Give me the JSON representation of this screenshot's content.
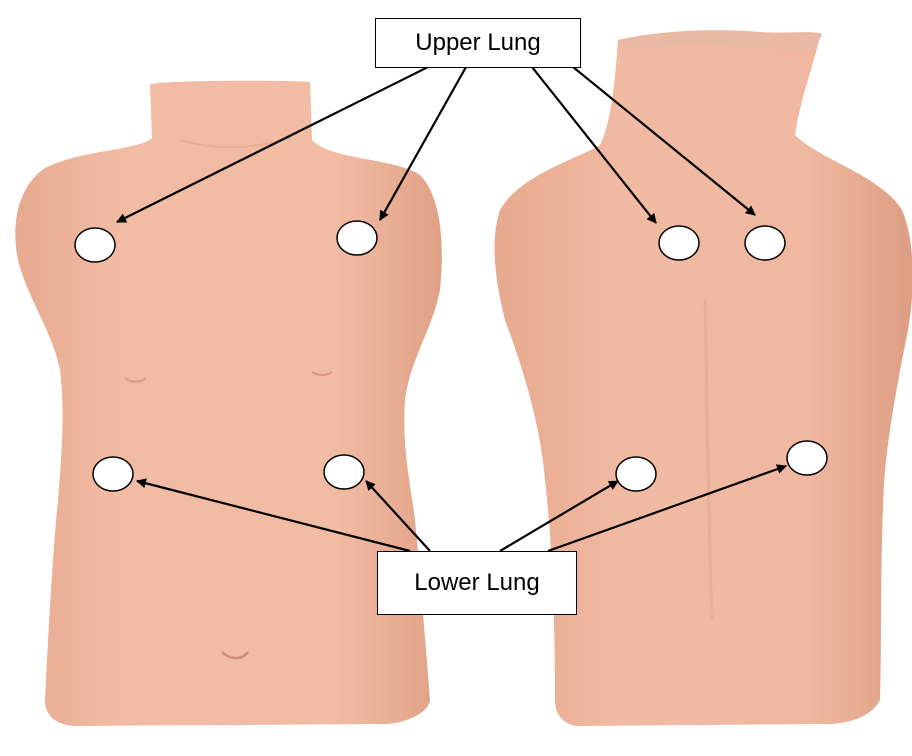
{
  "diagram": {
    "upper_label": "Upper Lung",
    "lower_label": "Lower Lung",
    "views": [
      {
        "name": "front",
        "markers": [
          {
            "group": "upper"
          },
          {
            "group": "upper"
          },
          {
            "group": "lower"
          },
          {
            "group": "lower"
          }
        ]
      },
      {
        "name": "back",
        "markers": [
          {
            "group": "upper"
          },
          {
            "group": "upper"
          },
          {
            "group": "lower"
          },
          {
            "group": "lower"
          }
        ]
      }
    ]
  },
  "colors": {
    "skin": "#f0b8a0",
    "skin_shadow": "#e2a48a",
    "marker_fill": "#ffffff",
    "marker_stroke": "#000000",
    "arrow": "#000000",
    "hair": "#e9b9a4"
  }
}
